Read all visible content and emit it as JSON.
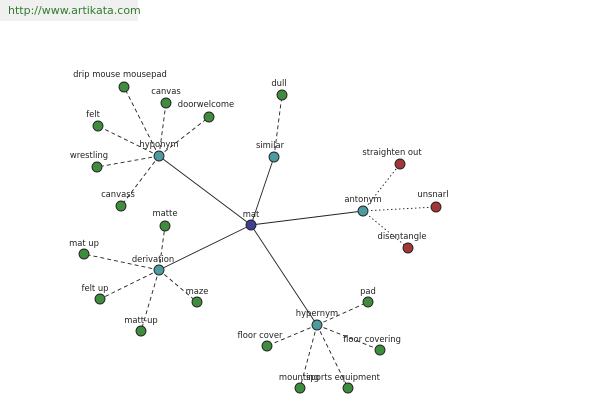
{
  "watermark": "http://www.artikata.com",
  "colors": {
    "center": "#3f3f94",
    "relation": "#4d9aa0",
    "term": "#3f8c3f",
    "antonym_term": "#a33636",
    "edge": "#222222"
  },
  "center": {
    "id": "mat",
    "label": "mat"
  },
  "relations": [
    {
      "id": "hyponym",
      "label": "hyponym",
      "terms": [
        {
          "id": "drip-mouse-mousepad",
          "label": "drip mouse mousepad"
        },
        {
          "id": "canvas-1",
          "label": "canvas"
        },
        {
          "id": "doorwelcome",
          "label": "doorwelcome"
        },
        {
          "id": "felt",
          "label": "felt"
        },
        {
          "id": "wrestling",
          "label": "wrestling"
        },
        {
          "id": "canvass",
          "label": "canvass"
        }
      ]
    },
    {
      "id": "similar",
      "label": "similar",
      "terms": [
        {
          "id": "dull",
          "label": "dull"
        }
      ]
    },
    {
      "id": "antonym",
      "label": "antonym",
      "terms": [
        {
          "id": "straighten-out",
          "label": "straighten out"
        },
        {
          "id": "unsnarl",
          "label": "unsnarl"
        },
        {
          "id": "disentangle",
          "label": "disentangle"
        }
      ]
    },
    {
      "id": "derivation",
      "label": "derivation",
      "terms": [
        {
          "id": "matte",
          "label": "matte"
        },
        {
          "id": "mat-up",
          "label": "mat up"
        },
        {
          "id": "felt-up",
          "label": "felt up"
        },
        {
          "id": "matt-up",
          "label": "matt-up"
        },
        {
          "id": "maze",
          "label": "maze"
        }
      ]
    },
    {
      "id": "hypernym",
      "label": "hypernym",
      "terms": [
        {
          "id": "pad",
          "label": "pad"
        },
        {
          "id": "floor-cover",
          "label": "floor cover"
        },
        {
          "id": "floor-covering",
          "label": "floor covering"
        },
        {
          "id": "mounting",
          "label": "mounting"
        },
        {
          "id": "sports-equipment",
          "label": "sports equipment"
        }
      ]
    }
  ]
}
